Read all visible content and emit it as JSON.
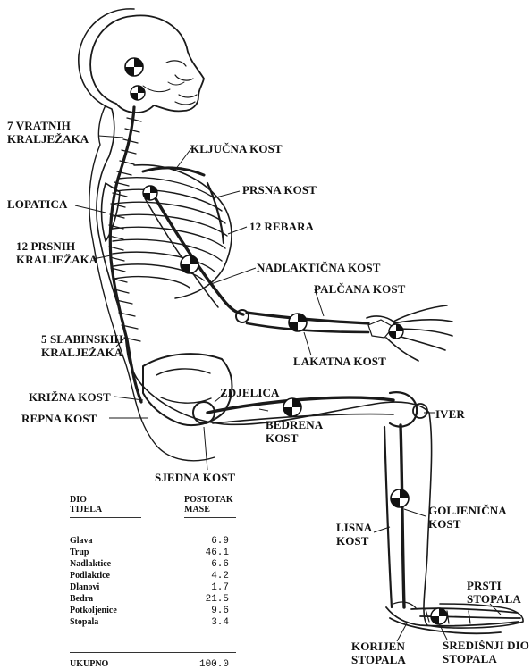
{
  "labels": {
    "cervical": "7 VRATNIH\nKRALJEŽAKA",
    "clavicle": "KLJUČNA KOST",
    "scapula": "LOPATICA",
    "sternum": "PRSNA KOST",
    "ribs": "12 REBARA",
    "thoracic": "12 PRSNIH\nKRALJEŽAKA",
    "humerus": "NADLAKTIČNA KOST",
    "radius": "PALČANA KOST",
    "lumbar": "5 SLABINSKIH\nKRALJEŽAKA",
    "ulna": "LAKATNA KOST",
    "sacrum": "KRIŽNA KOST",
    "pelvis": "ZDJELICA",
    "coccyx": "REPNA KOST",
    "femur": "BEDRENA\nKOST",
    "patella": "IVER",
    "ischium": "SJEDNA KOST",
    "tibia": "GOLJENIČNA\nKOST",
    "fibula": "LISNA\nKOST",
    "toes": "PRSTI\nSTOPALA",
    "tarsus": "KORIJEN\nSTOPALA",
    "metatarsus": "SREDIŠNJI DIO\nSTOPALA"
  },
  "table": {
    "header_part": "DIO\nTIJELA",
    "header_pct": "POSTOTAK\nMASE",
    "rows": [
      {
        "part": "Glava",
        "pct": "6.9"
      },
      {
        "part": "Trup",
        "pct": "46.1"
      },
      {
        "part": "Nadlaktice",
        "pct": "6.6"
      },
      {
        "part": "Podlaktice",
        "pct": "4.2"
      },
      {
        "part": "Dlanovi",
        "pct": "1.7"
      },
      {
        "part": "Bedra",
        "pct": "21.5"
      },
      {
        "part": "Potkoljenice",
        "pct": "9.6"
      },
      {
        "part": "Stopala",
        "pct": "3.4"
      }
    ],
    "total_part": "UKUPNO",
    "total_pct": "100.0"
  }
}
